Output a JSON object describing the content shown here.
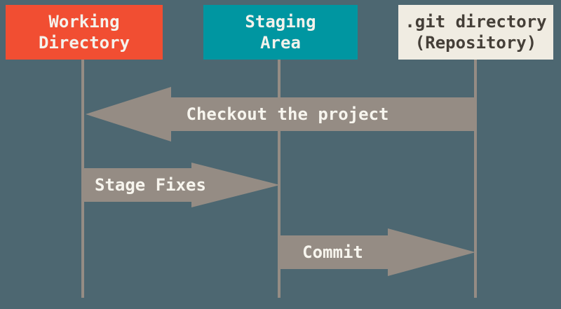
{
  "diagram": {
    "name": "git-areas-workflow-diagram"
  },
  "colors": {
    "background": "#4d6771",
    "arrow": "#958c84",
    "line": "#958c84",
    "arrow_text": "#f7f5ee"
  },
  "boxes": [
    {
      "id": "working-directory",
      "line1": "Working",
      "line2": "Directory",
      "fill": "#f14e32",
      "text_color": "#f4f2ec"
    },
    {
      "id": "staging-area",
      "line1": "Staging",
      "line2": "Area",
      "fill": "#0096a1",
      "text_color": "#f4f2ec"
    },
    {
      "id": "git-directory",
      "line1": ".git directory",
      "line2": "(Repository)",
      "fill": "#f0ece2",
      "text_color": "#453f38"
    }
  ],
  "arrows": [
    {
      "id": "checkout",
      "label": "Checkout the project",
      "direction": "left",
      "from": "git-directory",
      "to": "working-directory"
    },
    {
      "id": "stage-fixes",
      "label": "Stage Fixes",
      "direction": "right",
      "from": "working-directory",
      "to": "staging-area"
    },
    {
      "id": "commit",
      "label": "Commit",
      "direction": "right",
      "from": "staging-area",
      "to": "git-directory"
    }
  ]
}
